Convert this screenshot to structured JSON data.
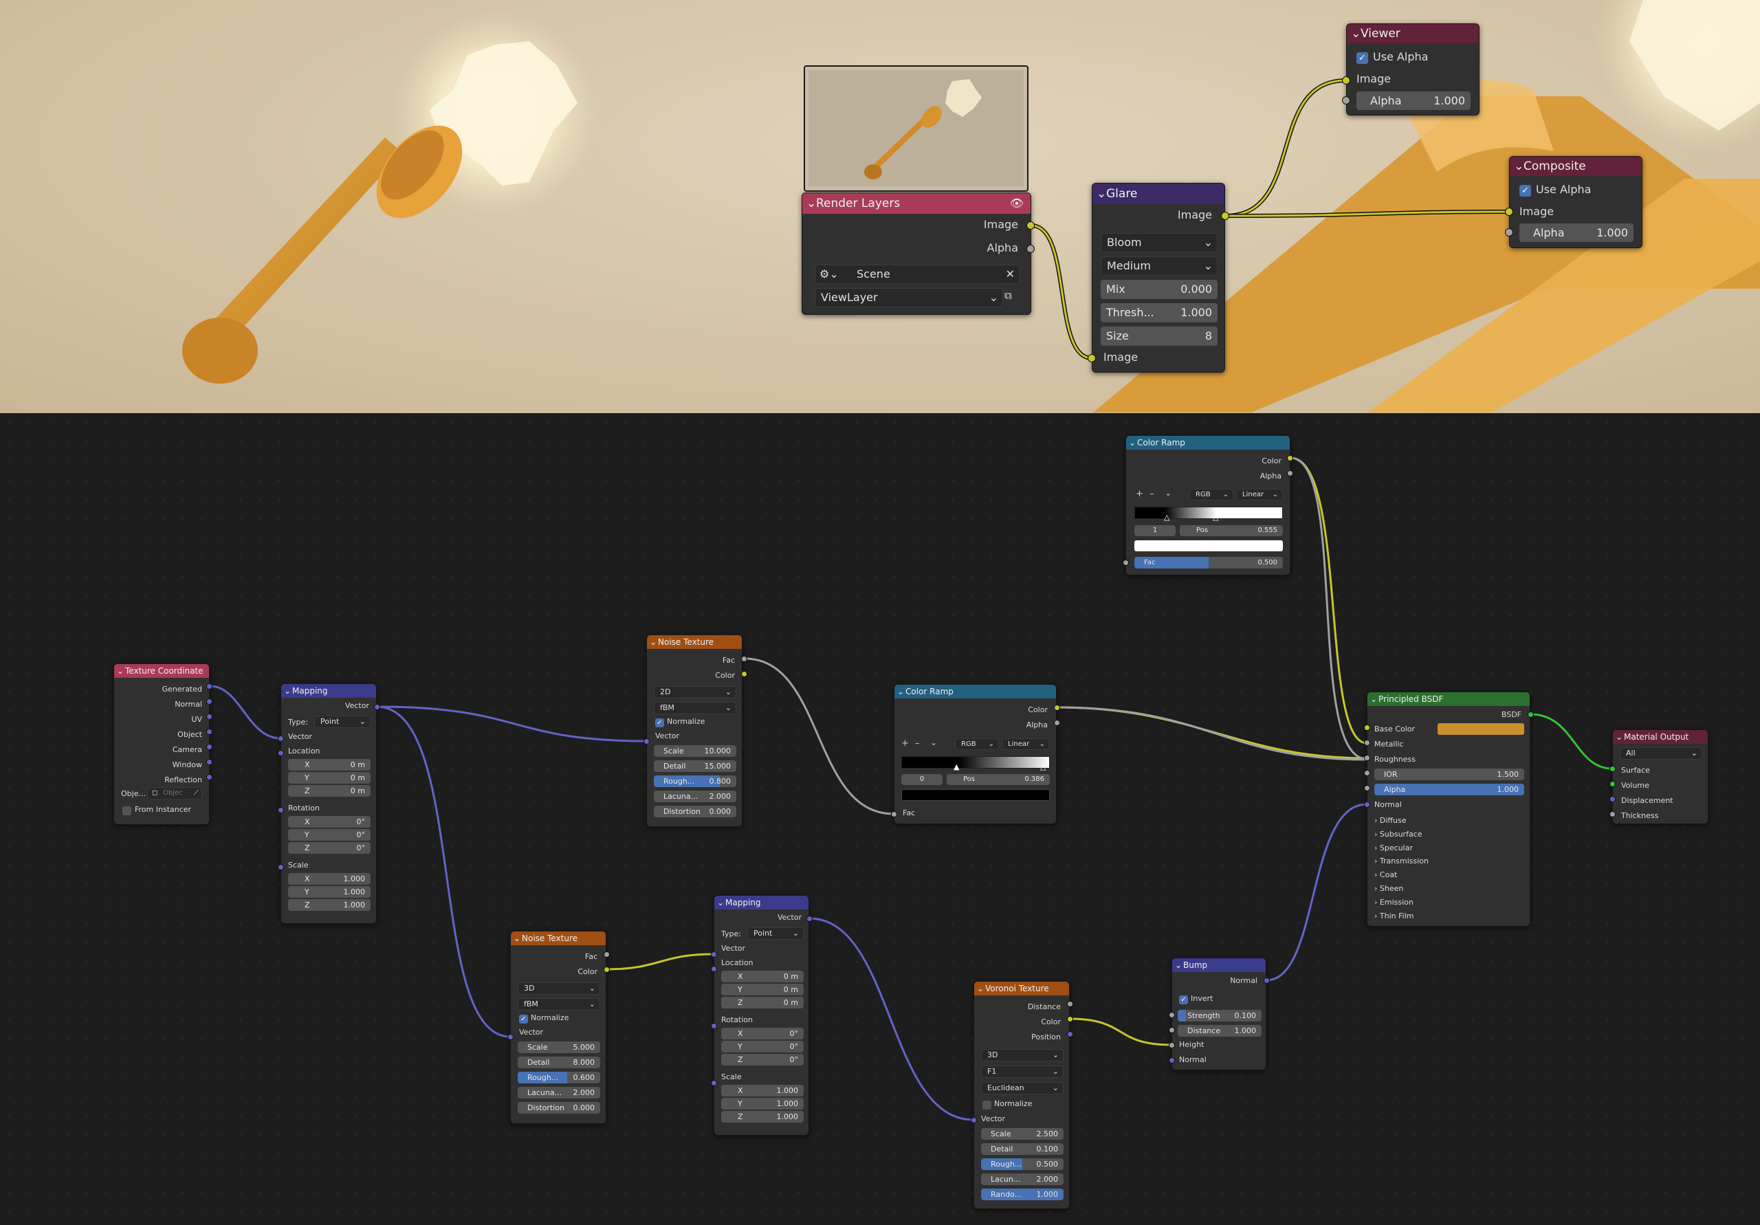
{
  "colors": {
    "render_layers": "#a93b58",
    "viewer": "#622239",
    "composite": "#622239",
    "glare": "#3c2a66",
    "noise": "#a04f14",
    "mapping": "#3b3b8b",
    "texcoord": "#a93b58",
    "colorramp": "#22607f",
    "principled": "#2b702e",
    "output": "#622239",
    "voronoi": "#a04f14",
    "bump": "#3b3b8b",
    "link_yellow": "#c7c729",
    "link_gray": "#a1a1a1",
    "link_purple": "#6363c7",
    "link_green": "#36c236",
    "socket_yellow": "#c7c729",
    "socket_gray": "#a1a1a1",
    "socket_purple": "#6363c7",
    "socket_green": "#36c236",
    "base_color_swatch": "#c8902f"
  },
  "compositor": {
    "render_layers": {
      "title": "Render Layers",
      "out_image": "Image",
      "out_alpha": "Alpha",
      "scene": "Scene",
      "view_layer": "ViewLayer"
    },
    "glare": {
      "title": "Glare",
      "out_image": "Image",
      "type": "Bloom",
      "quality": "Medium",
      "mix_label": "Mix",
      "mix": "0.000",
      "thresh_label": "Thresh...",
      "thresh": "1.000",
      "size_label": "Size",
      "size": "8",
      "in_image": "Image"
    },
    "viewer": {
      "title": "Viewer",
      "use_alpha": "Use Alpha",
      "in_image": "Image",
      "alpha_label": "Alpha",
      "alpha": "1.000"
    },
    "composite": {
      "title": "Composite",
      "use_alpha": "Use Alpha",
      "in_image": "Image",
      "alpha_label": "Alpha",
      "alpha": "1.000"
    }
  },
  "shader": {
    "texcoord": {
      "title": "Texture Coordinate",
      "outs": [
        "Generated",
        "Normal",
        "UV",
        "Object",
        "Camera",
        "Window",
        "Reflection"
      ],
      "object_label": "Obje...",
      "object_ph": "Objec",
      "from_instancer": "From Instancer"
    },
    "mapping1": {
      "title": "Mapping",
      "out_vector": "Vector",
      "type_label": "Type:",
      "type": "Point",
      "in_vector": "Vector",
      "location": "Location",
      "loc": [
        "0 m",
        "0 m",
        "0 m"
      ],
      "rotation": "Rotation",
      "rot": [
        "0°",
        "0°",
        "0°"
      ],
      "scale": "Scale",
      "scl": [
        "1.000",
        "1.000",
        "1.000"
      ],
      "axes": [
        "X",
        "Y",
        "Z"
      ]
    },
    "noise1": {
      "title": "Noise Texture",
      "out_fac": "Fac",
      "out_color": "Color",
      "dim": "2D",
      "basis": "fBM",
      "normalize": "Normalize",
      "in_vector": "Vector",
      "fields": [
        [
          "Scale",
          "10.000"
        ],
        [
          "Detail",
          "15.000"
        ],
        [
          "Rough...",
          "0.800"
        ],
        [
          "Lacuna...",
          "2.000"
        ],
        [
          "Distortion",
          "0.000"
        ]
      ]
    },
    "ramp1": {
      "title": "Color Ramp",
      "out_color": "Color",
      "out_alpha": "Alpha",
      "mode": "RGB",
      "interp": "Linear",
      "index": "1",
      "pos_label": "Pos",
      "pos": "0.555",
      "fac_label": "Fac",
      "fac": "0.500",
      "plus": "+",
      "minus": "–"
    },
    "ramp2": {
      "title": "Color Ramp",
      "out_color": "Color",
      "out_alpha": "Alpha",
      "mode": "RGB",
      "interp": "Linear",
      "index": "0",
      "pos_label": "Pos",
      "pos": "0.386",
      "in_fac": "Fac",
      "plus": "+",
      "minus": "–"
    },
    "principled": {
      "title": "Principled BSDF",
      "out_bsdf": "BSDF",
      "base_color": "Base Color",
      "metallic": "Metallic",
      "roughness": "Roughness",
      "ior_label": "IOR",
      "ior": "1.500",
      "alpha_label": "Alpha",
      "alpha": "1.000",
      "normal": "Normal",
      "panels": [
        "Diffuse",
        "Subsurface",
        "Specular",
        "Transmission",
        "Coat",
        "Sheen",
        "Emission",
        "Thin Film"
      ]
    },
    "output": {
      "title": "Material Output",
      "target": "All",
      "ins": [
        "Surface",
        "Volume",
        "Displacement",
        "Thickness"
      ]
    },
    "noise2": {
      "title": "Noise Texture",
      "out_fac": "Fac",
      "out_color": "Color",
      "dim": "3D",
      "basis": "fBM",
      "normalize": "Normalize",
      "in_vector": "Vector",
      "fields": [
        [
          "Scale",
          "5.000"
        ],
        [
          "Detail",
          "8.000"
        ],
        [
          "Rough...",
          "0.600"
        ],
        [
          "Lacuna...",
          "2.000"
        ],
        [
          "Distortion",
          "0.000"
        ]
      ]
    },
    "mapping2": {
      "title": "Mapping",
      "out_vector": "Vector",
      "type_label": "Type:",
      "type": "Point",
      "in_vector": "Vector",
      "location": "Location",
      "loc": [
        "0 m",
        "0 m",
        "0 m"
      ],
      "rotation": "Rotation",
      "rot": [
        "0°",
        "0°",
        "0°"
      ],
      "scale": "Scale",
      "scl": [
        "1.000",
        "1.000",
        "1.000"
      ],
      "axes": [
        "X",
        "Y",
        "Z"
      ]
    },
    "voronoi": {
      "title": "Voronoi Texture",
      "out_distance": "Distance",
      "out_color": "Color",
      "out_position": "Position",
      "dim": "3D",
      "feature": "F1",
      "metric": "Euclidean",
      "normalize": "Normalize",
      "in_vector": "Vector",
      "fields": [
        [
          "Scale",
          "2.500"
        ],
        [
          "Detail",
          "0.100"
        ],
        [
          "Rough...",
          "0.500"
        ],
        [
          "Lacun...",
          "2.000"
        ],
        [
          "Rando...",
          "1.000"
        ]
      ]
    },
    "bump": {
      "title": "Bump",
      "out_normal": "Normal",
      "invert": "Invert",
      "strength_label": "Strength",
      "strength": "0.100",
      "distance_label": "Distance",
      "distance": "1.000",
      "in_height": "Height",
      "in_normal": "Normal"
    }
  }
}
